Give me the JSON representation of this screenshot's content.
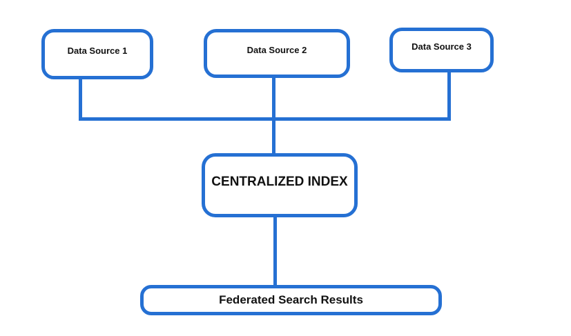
{
  "colors": {
    "line": "#2570d3",
    "background": "#ffffff",
    "text": "#111111"
  },
  "nodes": {
    "source1": {
      "label": "Data Source 1"
    },
    "source2": {
      "label": "Data Source 2"
    },
    "source3": {
      "label": "Data Source 3"
    },
    "index": {
      "label": "CENTRALIZED INDEX"
    },
    "results": {
      "label": "Federated Search Results"
    }
  }
}
